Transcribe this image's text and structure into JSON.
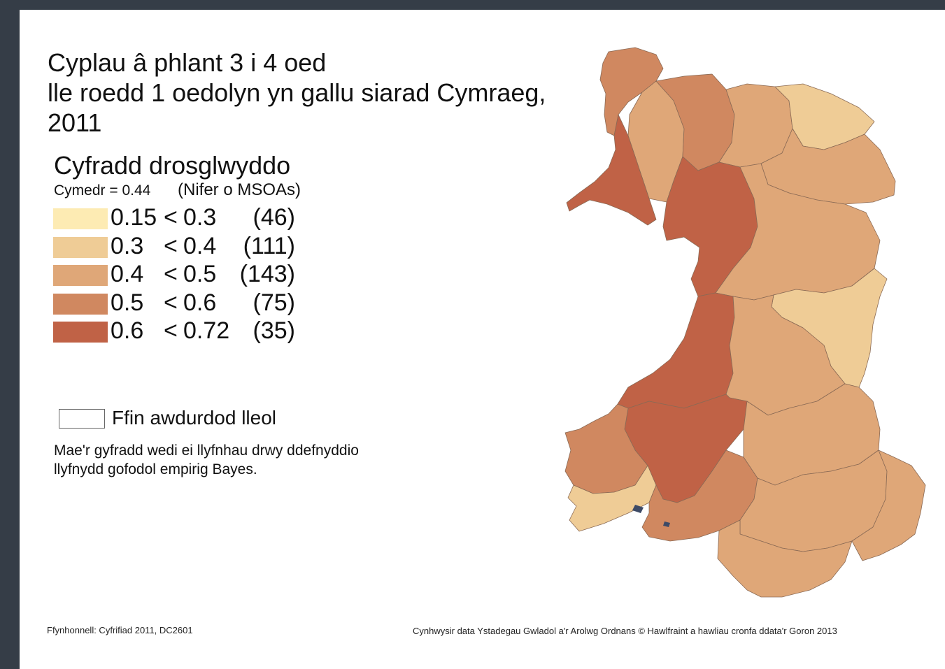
{
  "title": {
    "line1": "Cyplau â phlant 3 i 4 oed",
    "line2": "lle roedd 1 oedolyn yn gallu siarad Cymraeg,",
    "line3": "2011"
  },
  "legend": {
    "title": "Cyfradd drosglwyddo",
    "mean": "Cymedr = 0.44",
    "count_header": "(Nifer o MSOAs)",
    "classes": [
      {
        "low": "0.15",
        "lt": "<",
        "high": "0.3",
        "count": "(46)",
        "color": "#fdebb3"
      },
      {
        "low": "0.3",
        "lt": "<",
        "high": "0.4",
        "count": "(111)",
        "color": "#efcc96"
      },
      {
        "low": "0.4",
        "lt": "<",
        "high": "0.5",
        "count": "(143)",
        "color": "#dfa778"
      },
      {
        "low": "0.5",
        "lt": "<",
        "high": "0.6",
        "count": "(75)",
        "color": "#d08860"
      },
      {
        "low": "0.6",
        "lt": "<",
        "high": "0.72",
        "count": "(35)",
        "color": "#c06246"
      }
    ],
    "boundary_label": "Ffin awdurdod lleol"
  },
  "note": {
    "line1": "Mae'r gyfradd wedi ei llyfnhau drwy ddefnyddio",
    "line2": "llyfnydd gofodol empirig Bayes."
  },
  "footer": {
    "source": "Ffynhonnell: Cyfrifiad 2011, DC2601",
    "copyright": "Cynhwysir data Ystadegau Gwladol a'r Arolwg Ordnans © Hawlfraint  a hawliau cronfa ddata'r Goron 2013"
  },
  "map": {
    "icon": "wales-choropleth-map",
    "boundary_color": "#8a6a55",
    "regions": [
      {
        "id": "anglesey",
        "class": 3
      },
      {
        "id": "arfon",
        "class": 2
      },
      {
        "id": "llyn",
        "class": 4
      },
      {
        "id": "conwy",
        "class": 3
      },
      {
        "id": "denbigh",
        "class": 2
      },
      {
        "id": "flint",
        "class": 1
      },
      {
        "id": "wrexham",
        "class": 2
      },
      {
        "id": "meirionnydd",
        "class": 4
      },
      {
        "id": "north-powys",
        "class": 2
      },
      {
        "id": "east-powys",
        "class": 1
      },
      {
        "id": "ceredigion",
        "class": 4
      },
      {
        "id": "mid-powys",
        "class": 2
      },
      {
        "id": "carmarthen",
        "class": 4
      },
      {
        "id": "pembroke-north",
        "class": 3
      },
      {
        "id": "pembroke-south",
        "class": 1
      },
      {
        "id": "brecon",
        "class": 2
      },
      {
        "id": "gower-swansea",
        "class": 3
      },
      {
        "id": "valleys",
        "class": 2
      },
      {
        "id": "vale",
        "class": 2
      },
      {
        "id": "monmouth",
        "class": 2
      }
    ]
  }
}
